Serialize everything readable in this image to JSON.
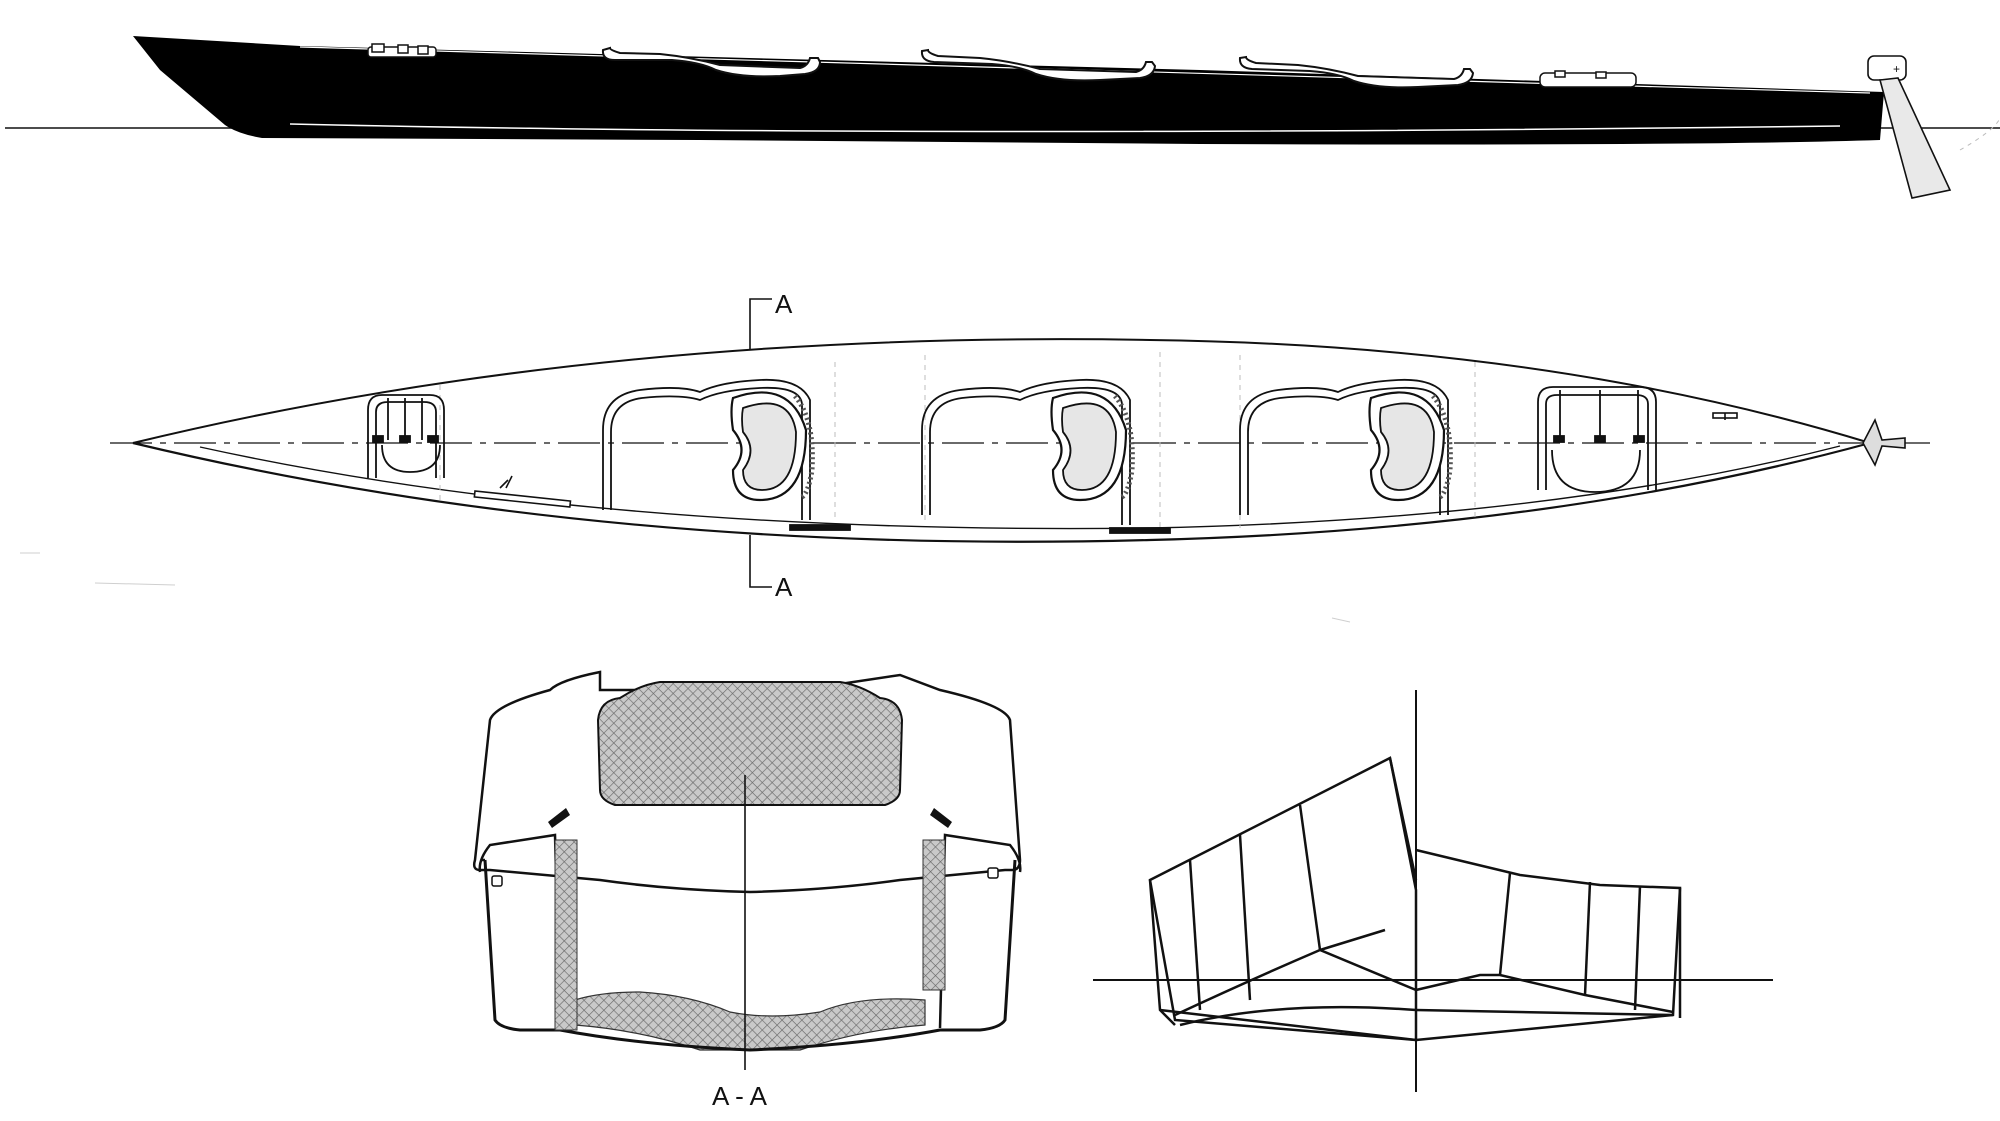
{
  "section_markers": {
    "top": "A",
    "bottom": "A",
    "caption": "A - A"
  },
  "colors": {
    "hull": "#000000",
    "line": "#111111",
    "mesh": "#b8b8b8",
    "paddle": "#e9e9e9",
    "seat_fill": "#e6e6e6"
  },
  "views": [
    "side-elevation",
    "plan-view",
    "cross-section",
    "frame-body-plan"
  ]
}
